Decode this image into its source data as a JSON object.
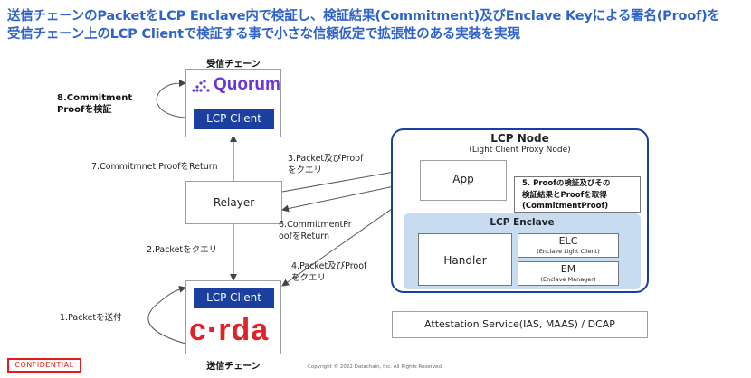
{
  "title": "送信チェーンのPacketをLCP Enclave内で検証し、検証結果(Commitment)及びEnclave Keyによる署名(Proof)を\n受信チェーン上のLCP Clientで検証する事で小さな信頼仮定で拡張性のある実装を実現",
  "receive_chain": {
    "label": "受信チェーン",
    "logo_text": "Quorum",
    "client_label": "LCP Client"
  },
  "send_chain": {
    "label": "送信チェーン",
    "logo_text": "c·rda",
    "client_label": "LCP Client"
  },
  "relayer": {
    "label": "Relayer"
  },
  "lcp_node": {
    "title": "LCP Node",
    "subtitle": "(Light Client Proxy Node)",
    "app_label": "App",
    "enclave_title": "LCP Enclave",
    "handler_label": "Handler",
    "elc_label": "ELC",
    "elc_sub": "(Enclave Light Client)",
    "em_label": "EM",
    "em_sub": "(Enclave Manager)"
  },
  "attestation": {
    "label": "Attestation Service(IAS, MAAS) / DCAP"
  },
  "steps": {
    "s1": "1.Packetを送付",
    "s2": "2.Packetをクエリ",
    "s3": "3.Packet及びProof\nをクエリ",
    "s4": "4.Packet及びProof\nをクエリ",
    "s5": "5. Proofの検証及びその\n検証結果とProofを取得\n(CommitmentProof)",
    "s6": "6.CommitmentPr\noofをReturn",
    "s7": "7.Commitmnet ProofをReturn",
    "s8": "8.Commitment\nProofを検証"
  },
  "footer": {
    "confidential": "CONFIDENTIAL",
    "copyright": "Copyright © 2022 Datachain, Inc. All Rights Reserved."
  },
  "colors": {
    "title_blue": "#2f63c9",
    "client_navy": "#1a3f9e",
    "enclave_blue": "#c8dcf1",
    "corda_red": "#e0232a",
    "quorum_purple": "#6a35d6"
  }
}
